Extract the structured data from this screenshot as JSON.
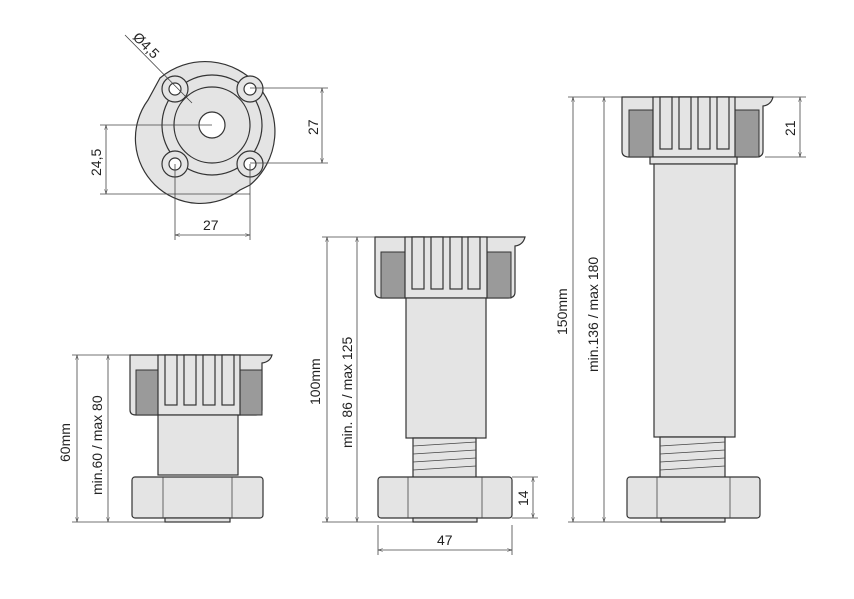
{
  "top_view": {
    "hole_diameter": "Ø4,5",
    "hole_spacing_v": "27",
    "hole_spacing_h": "27",
    "offset": "24,5"
  },
  "leg_small": {
    "height": "60mm",
    "range": "min.60 / max 80"
  },
  "leg_medium": {
    "height": "100mm",
    "range": "min. 86 / max 125",
    "base_height": "14",
    "base_width": "47"
  },
  "leg_large": {
    "height": "150mm",
    "range": "min.136 / max 180",
    "cap_height": "21"
  },
  "colors": {
    "part_fill": "#e4e4e4",
    "shadow": "#9a9a9a",
    "outline": "#333333"
  }
}
